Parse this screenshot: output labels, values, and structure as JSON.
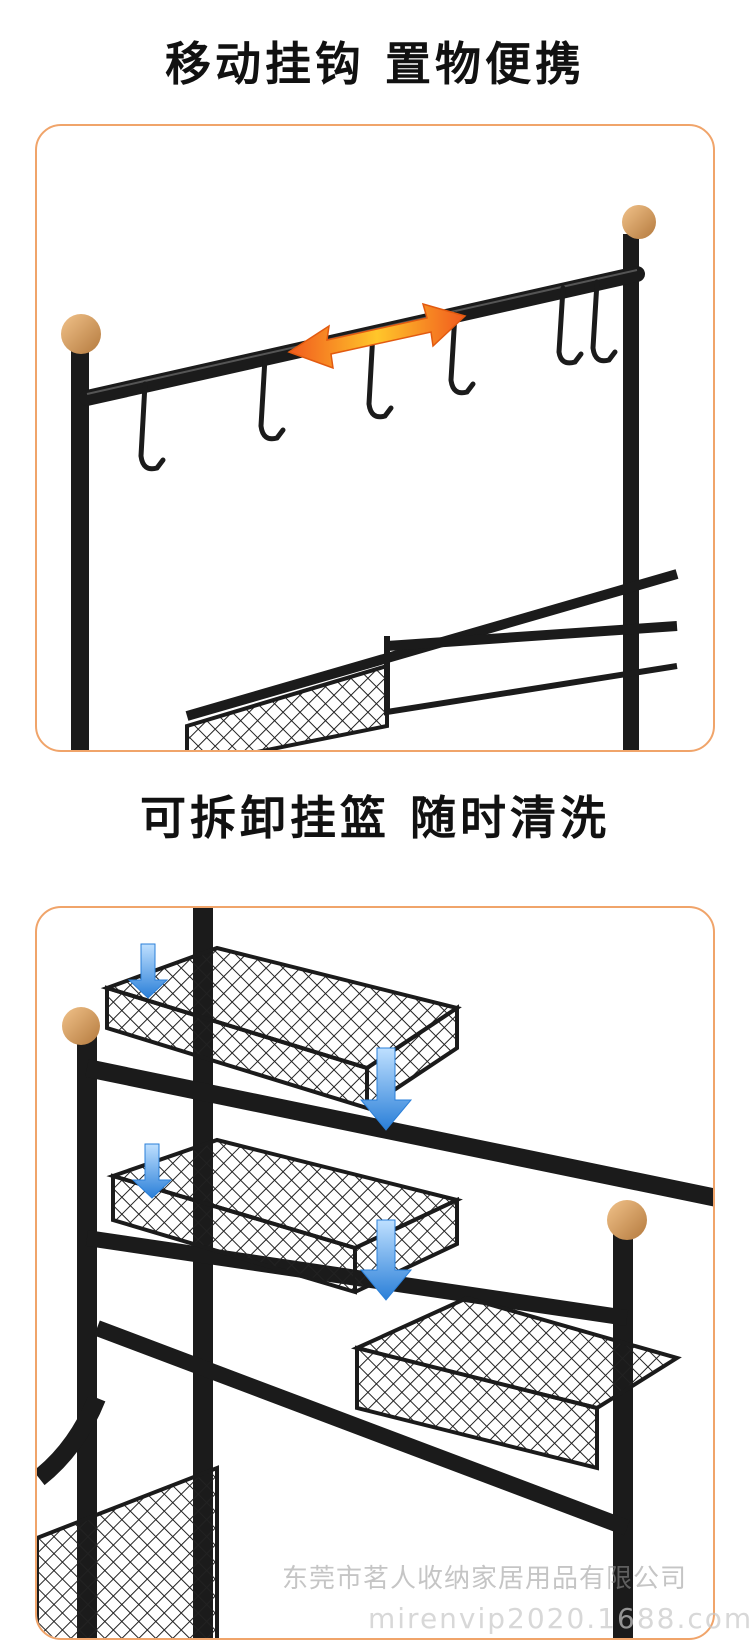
{
  "section1": {
    "title": "移动挂钩 置物便携"
  },
  "section2": {
    "title": "可拆卸挂篮 随时清洗"
  },
  "watermark": {
    "company": "东莞市茗人收纳家居用品有限公司",
    "url": "mirenvip2020.1688.com"
  },
  "colors": {
    "accent_border": "#f0a46a",
    "metal": "#1c1c1c",
    "wood_knob": "#d4a26a",
    "arrow_orange": "#f47a1f",
    "arrow_blue": "#3a8fe0"
  },
  "icons": [
    "double-arrow-icon",
    "down-arrow-icon"
  ]
}
